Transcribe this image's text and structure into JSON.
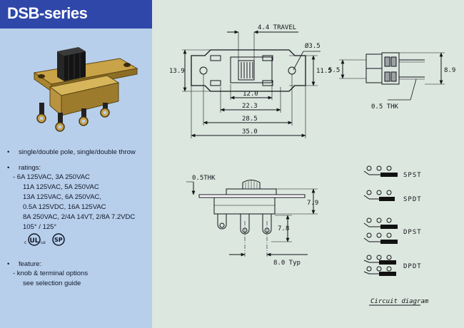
{
  "header": {
    "title": "DSB-series"
  },
  "specs": {
    "poles": "single/double pole, single/double throw",
    "ratings_label": "ratings:",
    "ratings": [
      "- 6A 125VAC, 3A 250VAC",
      "11A 125VAC, 5A 250VAC",
      "13A 125VAC, 6A 250VAC,",
      "0.5A 125VDC, 16A 125VAC",
      "8A 250VAC, 2/4A 14VT, 2/8A 7.2VDC",
      "105° / 125°"
    ],
    "feature_label": "feature:",
    "feature_lines": [
      "- knob & terminal options",
      "see selection guide"
    ]
  },
  "certs": {
    "ul_c": "c",
    "ul_us": "us",
    "ul_mark": "UL",
    "csa_mark": "SP"
  },
  "top_view": {
    "travel": "4.4 TRAVEL",
    "hole_dia": "Ø3.5",
    "height_left": "13.9",
    "height_right": "11.5",
    "dim_a": "12.0",
    "dim_b": "22.3",
    "dim_c": "28.5",
    "dim_d": "35.0"
  },
  "side_view": {
    "dim_a": "5.5",
    "dim_b": "8.9",
    "thickness": "0.5 THK"
  },
  "front_view": {
    "thickness": "0.5THK",
    "dim_a": "7.9",
    "dim_b": "7.8",
    "pitch": "8.0 Typ"
  },
  "circuits": {
    "items": [
      "SPST",
      "SPDT",
      "DPST",
      "DPDT"
    ],
    "caption": "Circuit diagram"
  },
  "colors": {
    "header": "#2f47a8",
    "left_panel": "#b8cfeb",
    "drawing_bg": "#dce7df",
    "line": "#15151c"
  }
}
